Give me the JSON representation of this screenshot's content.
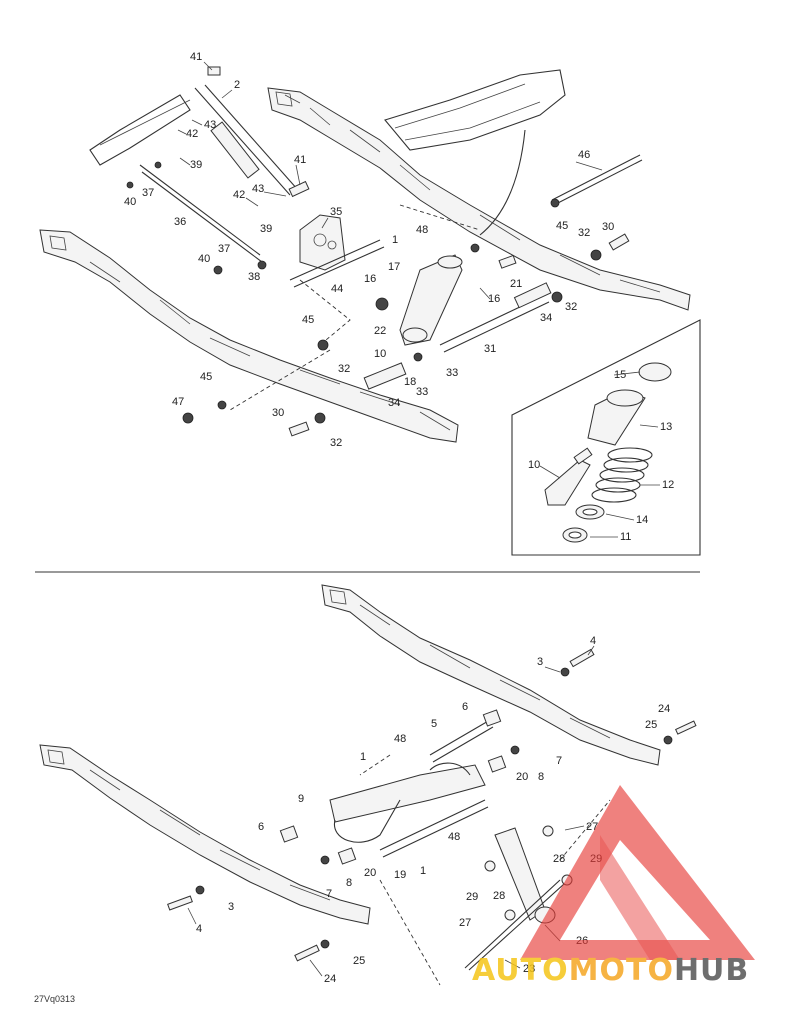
{
  "figure_code": "27Vq0313",
  "watermark": {
    "text_light": "AUTO",
    "text_mid": "MOTO",
    "text_dark": "HUB",
    "color_light": "#f5c518",
    "color_mid": "#f5a623",
    "color_dark": "#555555",
    "triangle_color": "#e53935"
  },
  "callouts_top": [
    "41",
    "2",
    "43",
    "42",
    "39",
    "41",
    "43",
    "42",
    "40",
    "37",
    "36",
    "35",
    "1",
    "48",
    "39",
    "37",
    "40",
    "38",
    "44",
    "16",
    "17",
    "22",
    "45",
    "10",
    "18",
    "33",
    "32",
    "33",
    "34",
    "45",
    "47",
    "30",
    "32",
    "46",
    "45",
    "32",
    "30",
    "21",
    "16",
    "32",
    "34",
    "31",
    "15",
    "13",
    "10",
    "12",
    "14",
    "11"
  ],
  "callouts_bottom": [
    "4",
    "3",
    "6",
    "5",
    "24",
    "25",
    "48",
    "1",
    "20",
    "8",
    "7",
    "9",
    "6",
    "20",
    "19",
    "1",
    "48",
    "8",
    "7",
    "27",
    "28",
    "29",
    "29",
    "28",
    "27",
    "26",
    "23",
    "4",
    "3",
    "25",
    "24"
  ]
}
